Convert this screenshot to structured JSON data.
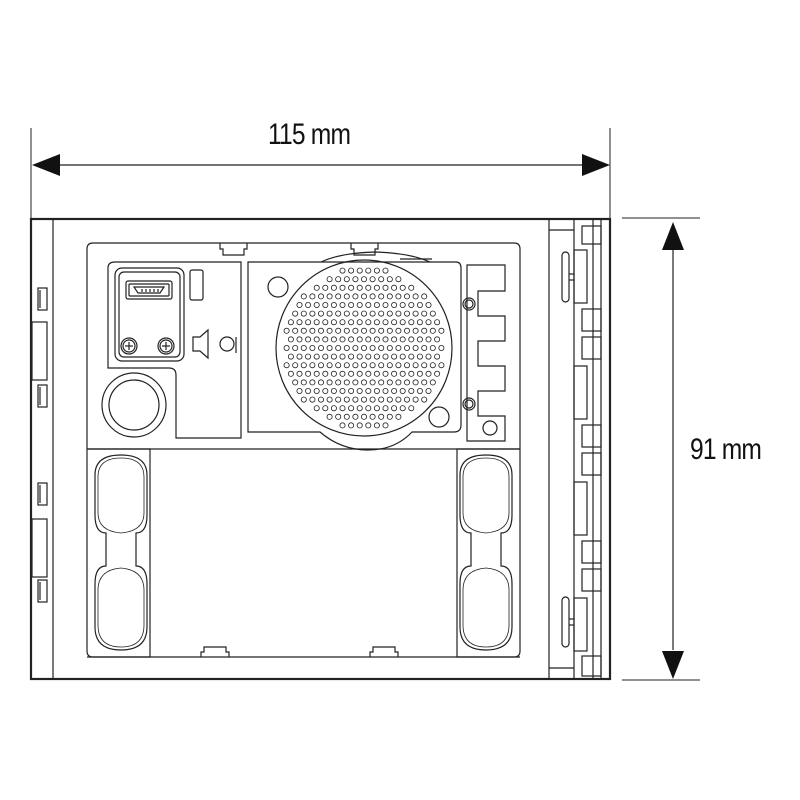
{
  "drawing": {
    "subject": "intercom audio module front view",
    "line_color": "#222222",
    "background": "#ffffff"
  },
  "dimensions": {
    "width": {
      "label": "115 mm",
      "value": 115,
      "unit": "mm",
      "orientation": "horizontal"
    },
    "height": {
      "label": "91 mm",
      "value": 91,
      "unit": "mm",
      "orientation": "vertical"
    }
  },
  "components": {
    "usb_port": "mini-usb-connector",
    "trimmers": [
      "speaker-volume-trimmer",
      "microphone-volume-trimmer"
    ],
    "trimmer_symbols": [
      "speaker-symbol",
      "microphone-symbol"
    ],
    "microphone": "microphone-opening",
    "speaker": "speaker-grille",
    "push_buttons": [
      "left-button-slot",
      "right-button-slot"
    ]
  }
}
